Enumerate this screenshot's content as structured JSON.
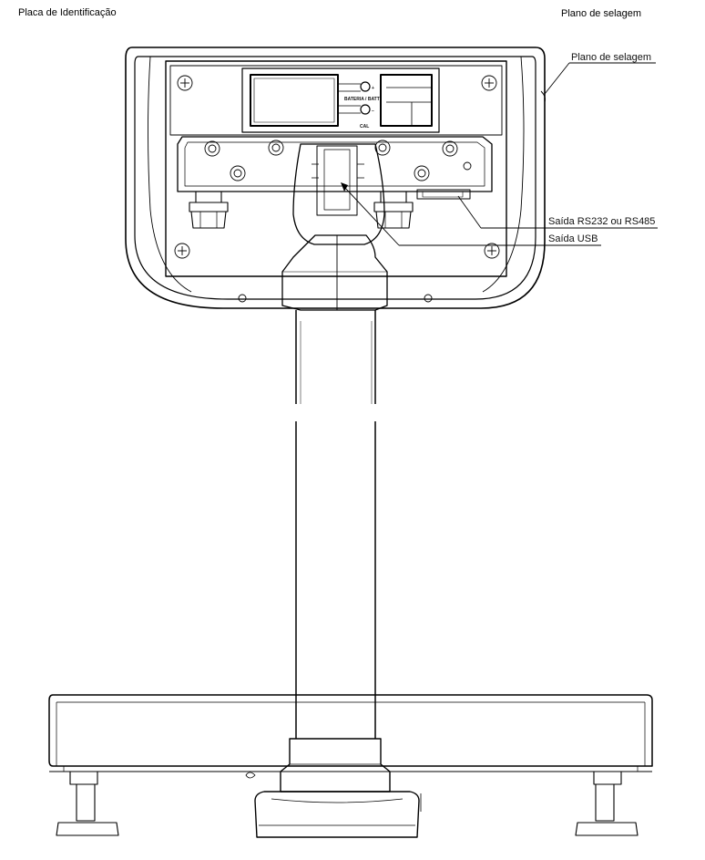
{
  "header": {
    "left_title": "Placa de Identificação",
    "right_title": "Plano de selagem"
  },
  "callouts": {
    "seal_plane": "Plano de selagem",
    "rs_output": "Saída RS232 ou RS485",
    "usb_output": "Saída USB"
  },
  "battery_labels": {
    "battery": "BATERIA / BATT",
    "cal": "CAL"
  },
  "icons": [
    "screw-icon",
    "cable-gland-icon",
    "battery-icon",
    "connector-icon"
  ]
}
